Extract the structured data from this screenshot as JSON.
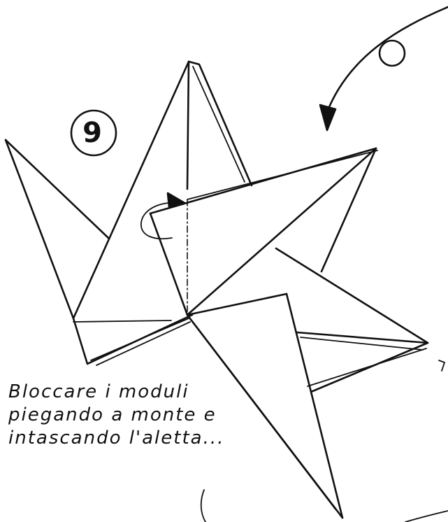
{
  "step": {
    "number": "9"
  },
  "caption": {
    "lines": [
      "Bloccare i moduli",
      "piegando a monte e",
      "intascando l'aletta..."
    ]
  },
  "colors": {
    "ink": "#111111",
    "paper": "#ffffff"
  },
  "symbols": {
    "rotate_arrow": "rotate-arrow-icon",
    "mountain_fold": "mountain-fold-line",
    "tuck_arrow": "tuck-arrow-icon"
  }
}
